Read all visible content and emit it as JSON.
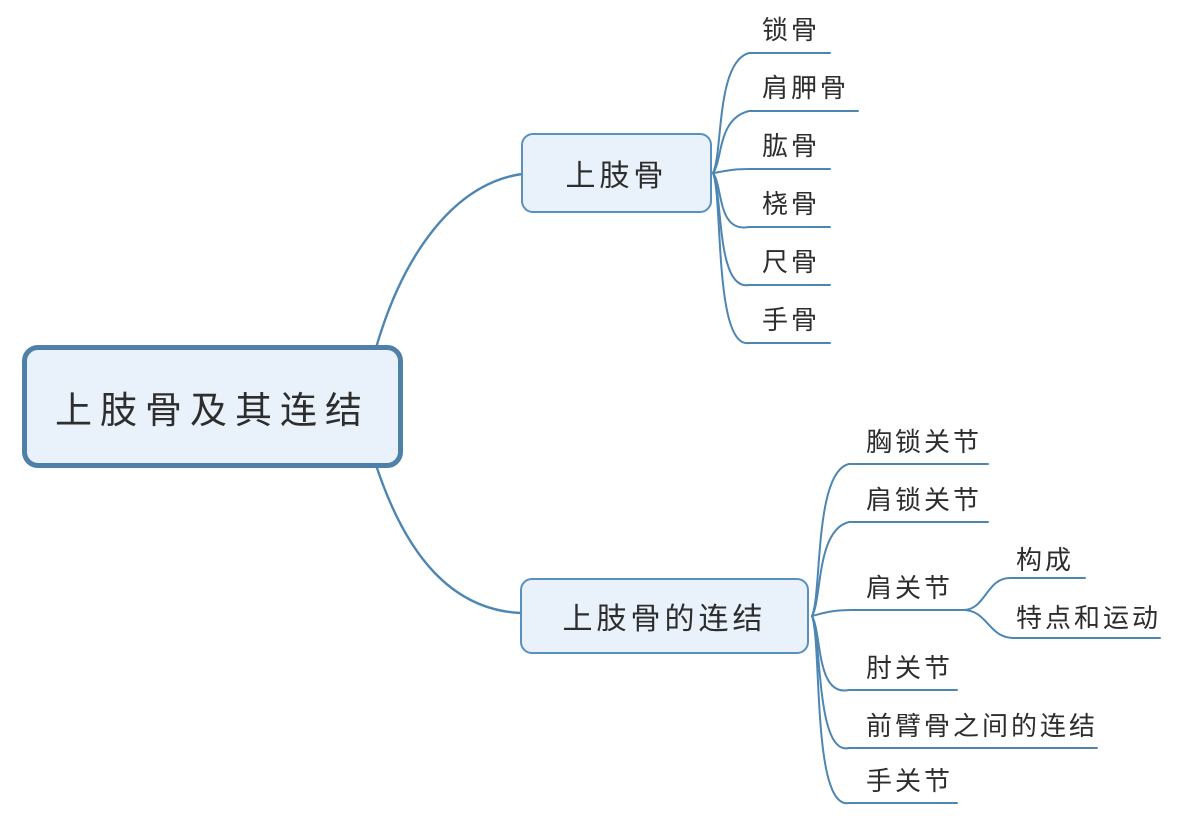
{
  "mindmap": {
    "root": {
      "label": "上肢骨及其连结"
    },
    "branches": [
      {
        "label": "上肢骨",
        "children": [
          {
            "label": "锁骨"
          },
          {
            "label": "肩胛骨"
          },
          {
            "label": "肱骨"
          },
          {
            "label": "桡骨"
          },
          {
            "label": "尺骨"
          },
          {
            "label": "手骨"
          }
        ]
      },
      {
        "label": "上肢骨的连结",
        "children": [
          {
            "label": "胸锁关节"
          },
          {
            "label": "肩锁关节"
          },
          {
            "label": "肩关节",
            "children": [
              {
                "label": "构成"
              },
              {
                "label": "特点和运动"
              }
            ]
          },
          {
            "label": "肘关节"
          },
          {
            "label": "前臂骨之间的连结"
          },
          {
            "label": "手关节"
          }
        ]
      }
    ],
    "colors": {
      "line": "#4e86b2",
      "root_border": "#4e80a8",
      "node_border": "#5b8fbc",
      "node_fill": "#e9f1fa",
      "text": "#2d2d2d"
    }
  }
}
